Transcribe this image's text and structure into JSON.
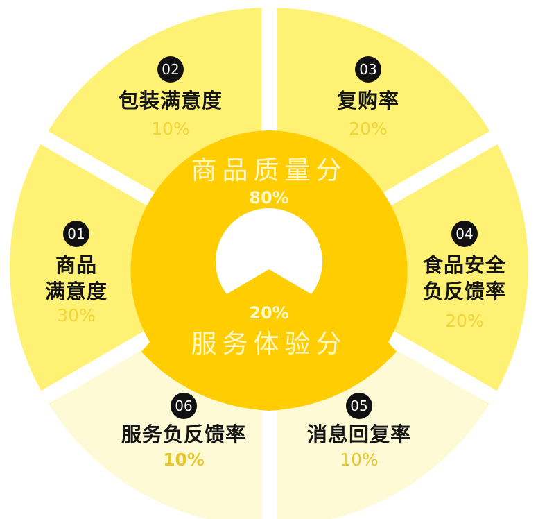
{
  "colors": {
    "segment_top": "#fff173",
    "segment_bottom": "#fffad6",
    "center_disc": "#ffcd00",
    "center_text": "#fff8cc",
    "badge_bg": "#111111",
    "title_text": "#151515",
    "percent_top": "#f0d43a",
    "percent_bottom": "#e9c72c",
    "divider": "#ffffff"
  },
  "center": {
    "upper": {
      "title": "商品质量分",
      "percent": "80%"
    },
    "lower": {
      "title": "服务体验分",
      "percent": "20%"
    },
    "icon": "house-chevron-icon"
  },
  "segments": [
    {
      "number": "01",
      "title_line1": "商品",
      "title_line2": "满意度",
      "percent": "30%",
      "group": "商品质量分"
    },
    {
      "number": "02",
      "title_line1": "包装满意度",
      "title_line2": "",
      "percent": "10%",
      "group": "商品质量分"
    },
    {
      "number": "03",
      "title_line1": "复购率",
      "title_line2": "",
      "percent": "20%",
      "group": "商品质量分"
    },
    {
      "number": "04",
      "title_line1": "食品安全",
      "title_line2": "负反馈率",
      "percent": "20%",
      "group": "商品质量分"
    },
    {
      "number": "05",
      "title_line1": "消息回复率",
      "title_line2": "",
      "percent": "10%",
      "group": "服务体验分"
    },
    {
      "number": "06",
      "title_line1": "服务负反馈率",
      "title_line2": "",
      "percent": "10%",
      "group": "服务体验分"
    }
  ]
}
